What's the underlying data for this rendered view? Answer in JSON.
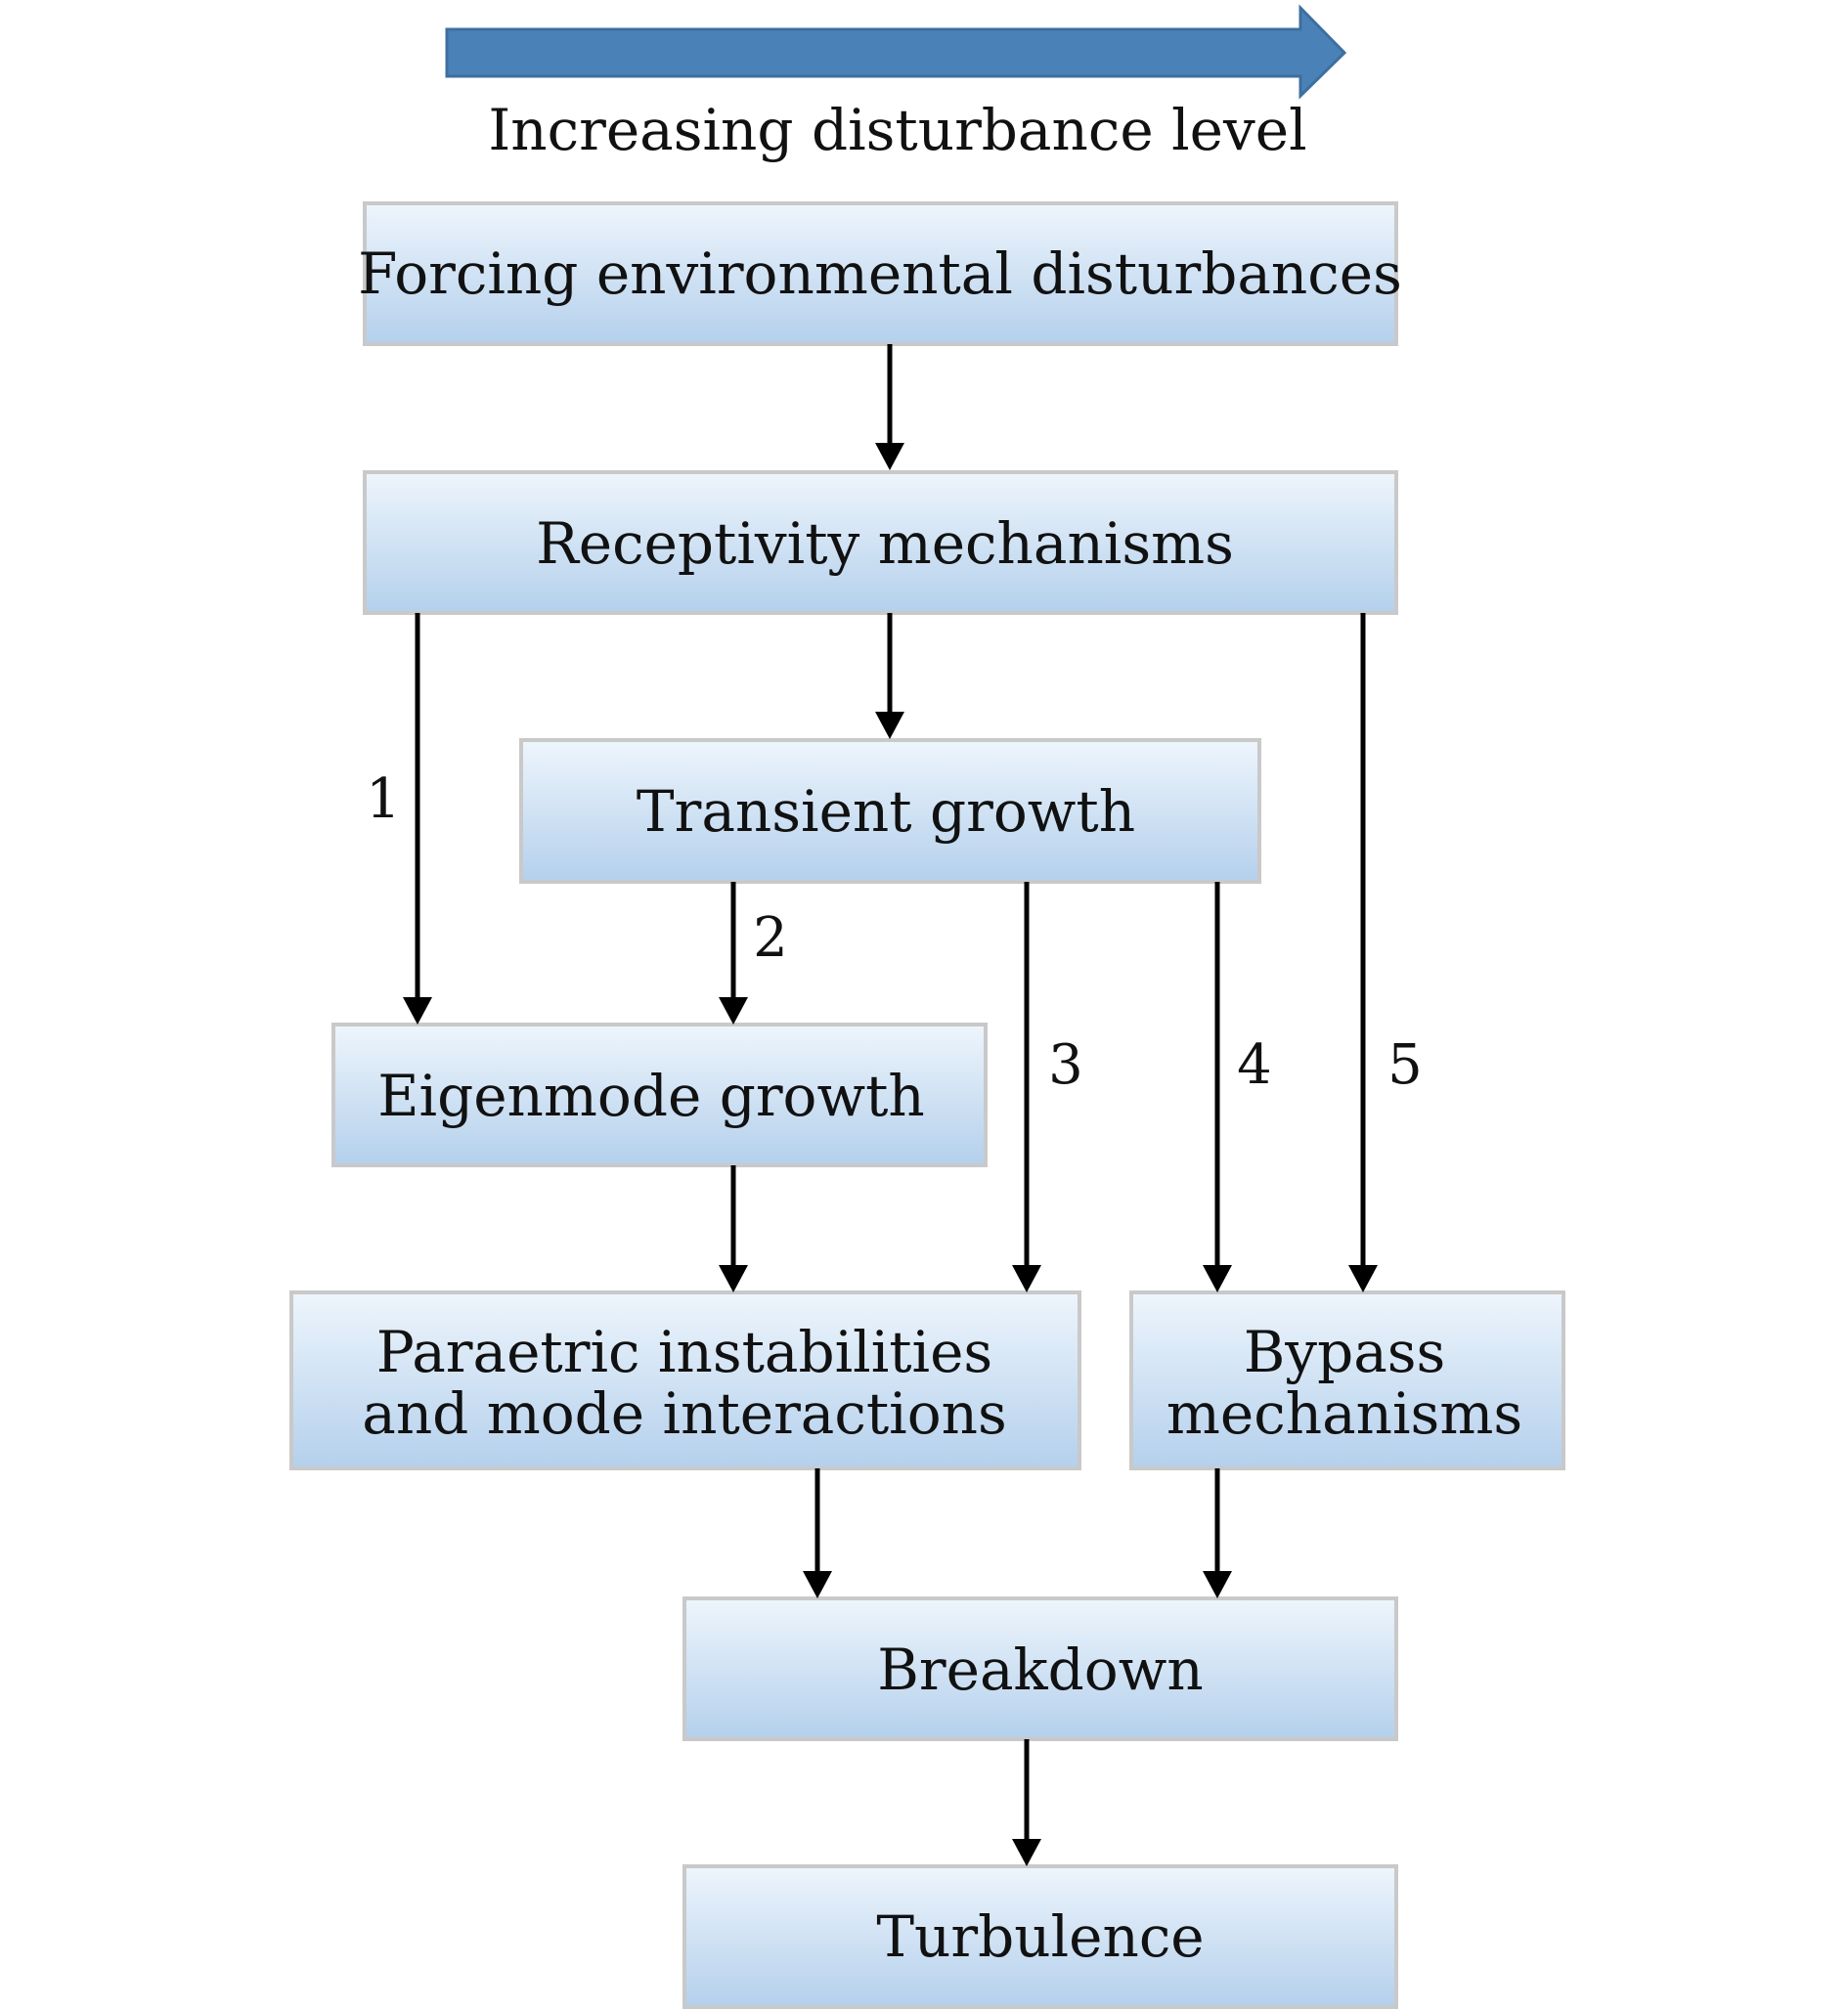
{
  "header": {
    "arrow_icon": "right-arrow-icon",
    "arrow_color": "#4a82b8",
    "label": "Increasing disturbance level"
  },
  "nodes": {
    "forcing": [
      "Forcing environmental disturbances"
    ],
    "receptivity": [
      "Receptivity mechanisms"
    ],
    "transient": [
      "Transient growth"
    ],
    "eigenmode": [
      "Eigenmode growth"
    ],
    "parametric": [
      "Paraetric instabilities",
      "and mode interactions"
    ],
    "bypass": [
      "Bypass",
      "mechanisms"
    ],
    "breakdown": [
      "Breakdown"
    ],
    "turbulence": [
      "Turbulence"
    ]
  },
  "paths": {
    "p1": "1",
    "p2": "2",
    "p3": "3",
    "p4": "4",
    "p5": "5"
  },
  "colors": {
    "box_top": "#eef5fc",
    "box_bottom": "#b4d0ec",
    "box_border": "#c9c9c9",
    "edge": "#000000"
  }
}
